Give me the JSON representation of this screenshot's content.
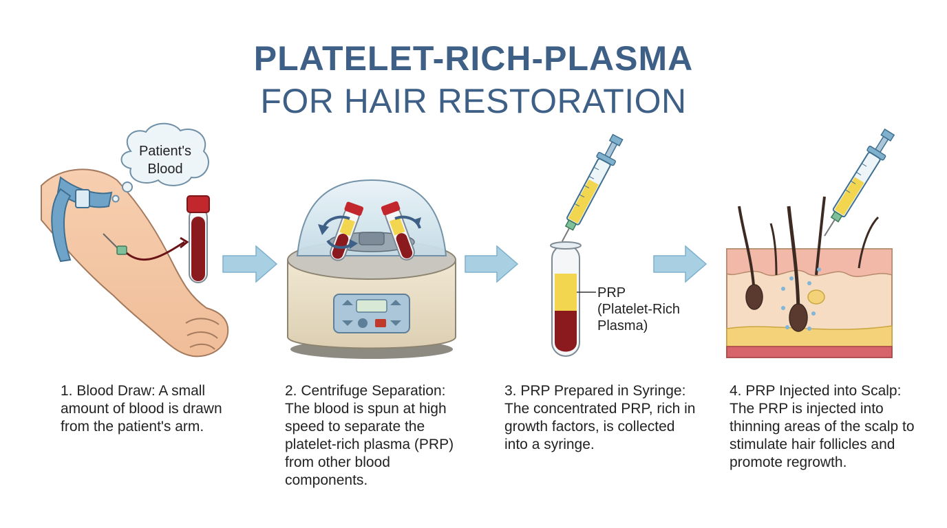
{
  "title": {
    "line1": "PLATELET-RICH-PLASMA",
    "line2": "FOR HAIR RESTORATION"
  },
  "bubble": {
    "line1": "Patient's",
    "line2": "Blood"
  },
  "prp_label": {
    "line1": "PRP",
    "line2": "(Platelet-Rich",
    "line3": "Plasma)"
  },
  "steps": [
    "1. Blood Draw: A small amount of blood is drawn from the patient's arm.",
    "2. Centrifuge Separation: The blood is spun at high speed to separate the platelet-rich plasma (PRP) from other blood components.",
    "3. PRP Prepared in Syringe: The concentrated PRP, rich in growth factors, is collected into a syringe.",
    "4. PRP Injected into Scalp: The PRP is injected into thinning areas of the scalp to stimulate hair follicles and promote regrowth."
  ],
  "colors": {
    "title": "#3e5f86",
    "blood": "#8b1a1f",
    "plasma": "#f2d64f",
    "arrow": "#a9cfe3",
    "skin": "#f6d2b5"
  }
}
